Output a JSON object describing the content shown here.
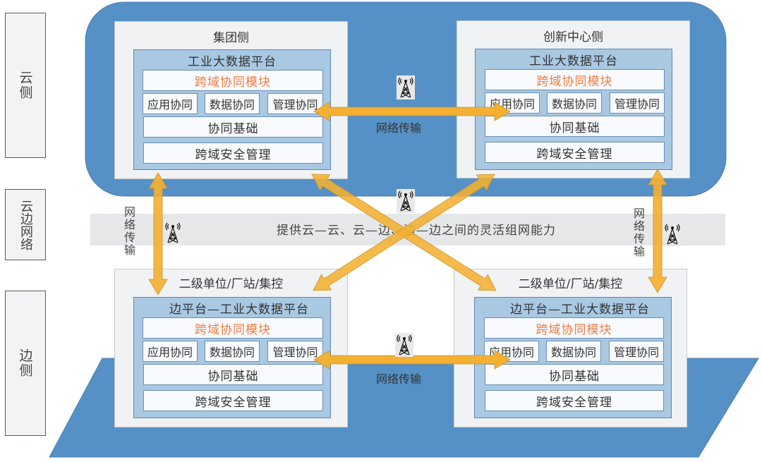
{
  "layers": {
    "cloud": "云侧",
    "cloud_edge_network": "云边网络",
    "edge": "边侧"
  },
  "band": {
    "text": "提供云—云、云—边、边—边之间的灵活组网能力"
  },
  "network_transfer": "网络传输",
  "sites": [
    {
      "title": "集团侧",
      "platform": "工业大数据平台",
      "module": "跨域协同模块",
      "cells": [
        "应用协同",
        "数据协同",
        "管理协同"
      ],
      "foundation": "协同基础",
      "security": "跨域安全管理"
    },
    {
      "title": "创新中心侧",
      "platform": "工业大数据平台",
      "module": "跨域协同模块",
      "cells": [
        "应用协同",
        "数据协同",
        "管理协同"
      ],
      "foundation": "协同基础",
      "security": "跨域安全管理"
    },
    {
      "title": "二级单位/厂站/集控",
      "platform": "边平台—工业大数据平台",
      "module": "跨域协同模块",
      "cells": [
        "应用协同",
        "数据协同",
        "管理协同"
      ],
      "foundation": "协同基础",
      "security": "跨域安全管理"
    },
    {
      "title": "二级单位/厂站/集控",
      "platform": "边平台—工业大数据平台",
      "module": "跨域协同模块",
      "cells": [
        "应用协同",
        "数据协同",
        "管理协同"
      ],
      "foundation": "协同基础",
      "security": "跨域安全管理"
    }
  ],
  "icons": {
    "tower": "radio-tower-icon",
    "arrow": "double-arrow"
  },
  "colors": {
    "cloud_fill": "#5591c6",
    "edge_fill": "#5591c6",
    "arrow": "#f4b032",
    "module_text": "#ec7e45",
    "platform_fill": "#a9c8e2"
  }
}
